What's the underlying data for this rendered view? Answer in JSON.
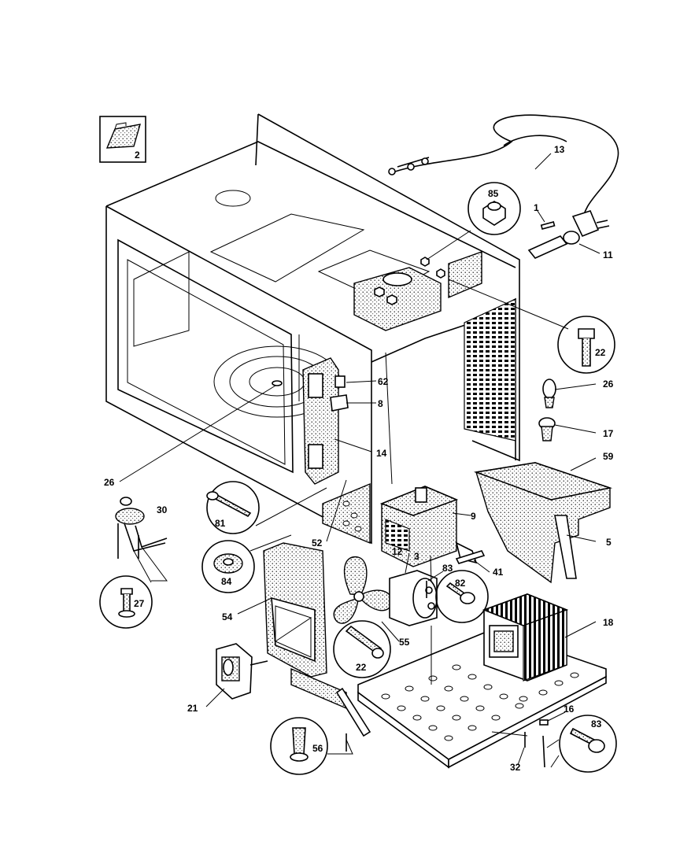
{
  "labels": {
    "p1": "1",
    "p2": "2",
    "p3": "3",
    "p5": "5",
    "p8": "8",
    "p9": "9",
    "p11": "11",
    "p12": "12",
    "p13": "13",
    "p14": "14",
    "p16": "16",
    "p17": "17",
    "p18": "18",
    "p21": "21",
    "p22a": "22",
    "p22b": "22",
    "p26a": "26",
    "p26b": "26",
    "p27": "27",
    "p30": "30",
    "p32": "32",
    "p41": "41",
    "p52": "52",
    "p54": "54",
    "p55": "55",
    "p56": "56",
    "p59": "59",
    "p62": "62",
    "p81": "81",
    "p82": "82",
    "p83a": "83",
    "p83b": "83",
    "p84": "84",
    "p85": "85"
  }
}
